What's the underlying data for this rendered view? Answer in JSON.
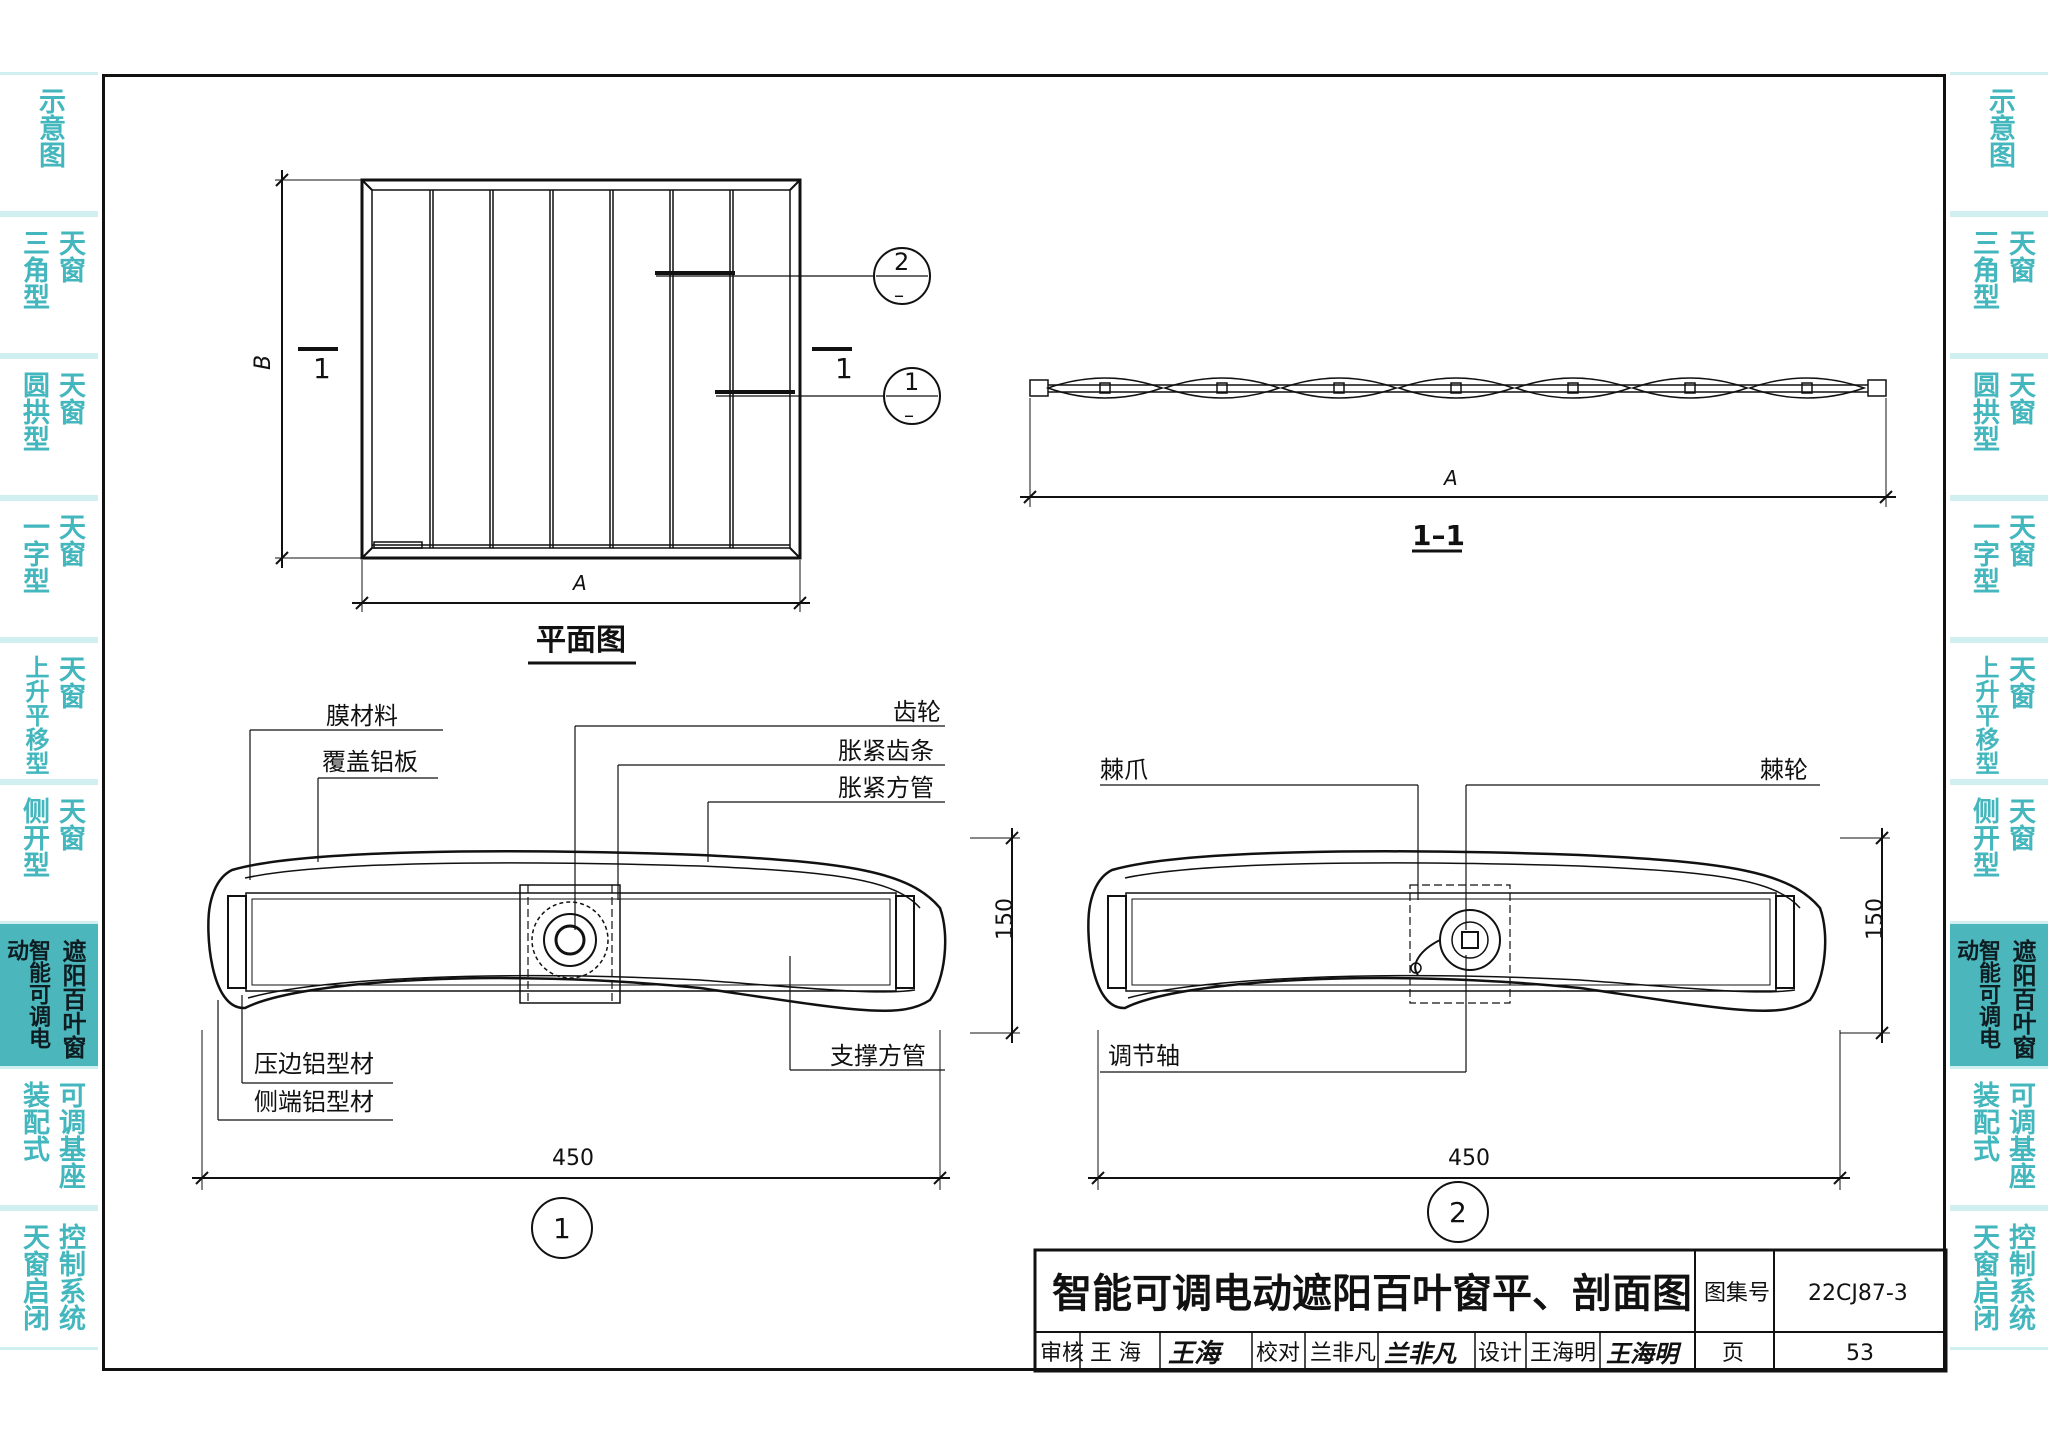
{
  "side_tabs": [
    {
      "col1": "示意图",
      "col2": "",
      "active": false
    },
    {
      "col1": "天窗",
      "col2": "三角型",
      "active": false
    },
    {
      "col1": "天窗",
      "col2": "圆拱型",
      "active": false
    },
    {
      "col1": "天窗",
      "col2": "一字型",
      "active": false
    },
    {
      "col1": "天窗",
      "col2": "上升平移型",
      "active": false
    },
    {
      "col1": "天窗",
      "col2": "侧开型",
      "active": false
    },
    {
      "col1": "遮阳百叶窗",
      "col2": "智能可调电动",
      "active": true
    },
    {
      "col1": "可调基座",
      "col2": "装配式",
      "active": false
    },
    {
      "col1": "控制系统",
      "col2": "天窗启闭",
      "active": false
    }
  ],
  "plan": {
    "title": "平面图",
    "dim_a": "A",
    "dim_b": "B",
    "section_mark": "1",
    "callout_1": {
      "top": "1",
      "bottom": "–"
    },
    "callout_2": {
      "top": "2",
      "bottom": "–"
    }
  },
  "section_1_1": {
    "title": "1–1",
    "dim_a": "A"
  },
  "detail_1": {
    "number": "1",
    "width": "450",
    "height": "150",
    "labels": {
      "membrane": "膜材料",
      "cover_plate": "覆盖铝板",
      "gear": "齿轮",
      "tension_rack": "胀紧齿条",
      "tension_tube": "胀紧方管",
      "support_tube": "支撑方管",
      "edge_profile": "压边铝型材",
      "end_profile": "侧端铝型材"
    }
  },
  "detail_2": {
    "number": "2",
    "width": "450",
    "height": "150",
    "labels": {
      "pawl": "棘爪",
      "ratchet": "棘轮",
      "shaft": "调节轴"
    }
  },
  "title_block": {
    "title": "智能可调电动遮阳百叶窗平、剖面图",
    "atlas_label": "图集号",
    "atlas_no": "22CJ87-3",
    "review_label": "审核",
    "reviewer": "王 海",
    "reviewer_sig": "王海",
    "check_label": "校对",
    "checker": "兰非凡",
    "checker_sig": "兰非凡",
    "design_label": "设计",
    "designer": "王海明",
    "designer_sig": "王海明",
    "page_label": "页",
    "page_no": "53"
  },
  "colors": {
    "tab_text": "#43b7bd",
    "tab_active_bg": "#4bb6bb",
    "line": "#111111"
  }
}
